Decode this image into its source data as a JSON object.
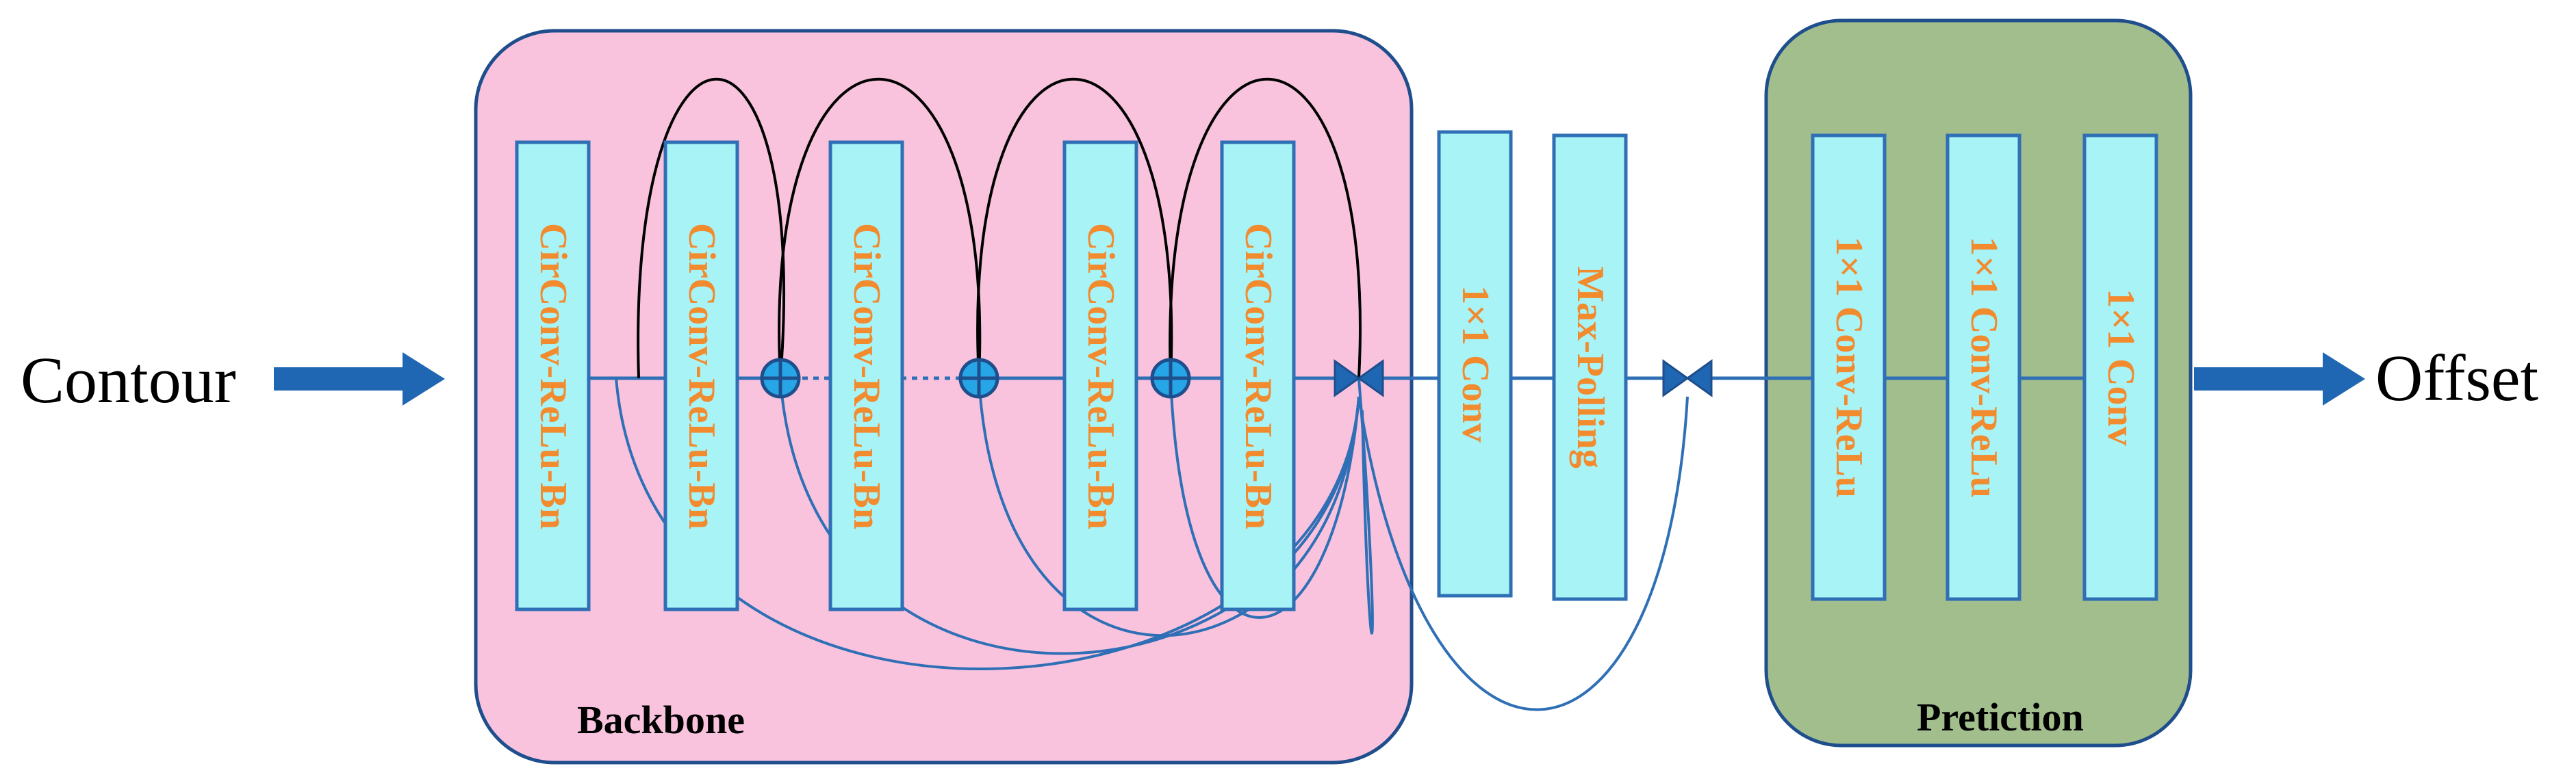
{
  "colors": {
    "backbone_fill": "#f9c3de",
    "prediction_fill": "#a3be8d",
    "group_stroke": "#1f4e8c",
    "block_fill": "#a8f3f6",
    "block_stroke": "#2f6fb5",
    "block_text": "#f28a2e",
    "arrow": "#1f66b3",
    "line": "#2f6fb5",
    "arc": "#000000"
  },
  "input_label": "Contour",
  "output_label": "Offset",
  "backbone": {
    "label": "Backbone",
    "blocks": [
      "CirConv-ReLu-Bn",
      "CirConv-ReLu-Bn",
      "CirConv-ReLu-Bn",
      "CirConv-ReLu-Bn",
      "CirConv-ReLu-Bn"
    ]
  },
  "middle": {
    "blocks": [
      "1×1 Conv",
      "Max-Polling"
    ]
  },
  "prediction": {
    "label": "Pretiction",
    "blocks": [
      "1×1 Conv-ReLu",
      "1×1 Conv-ReLu",
      "1×1 Conv"
    ]
  }
}
